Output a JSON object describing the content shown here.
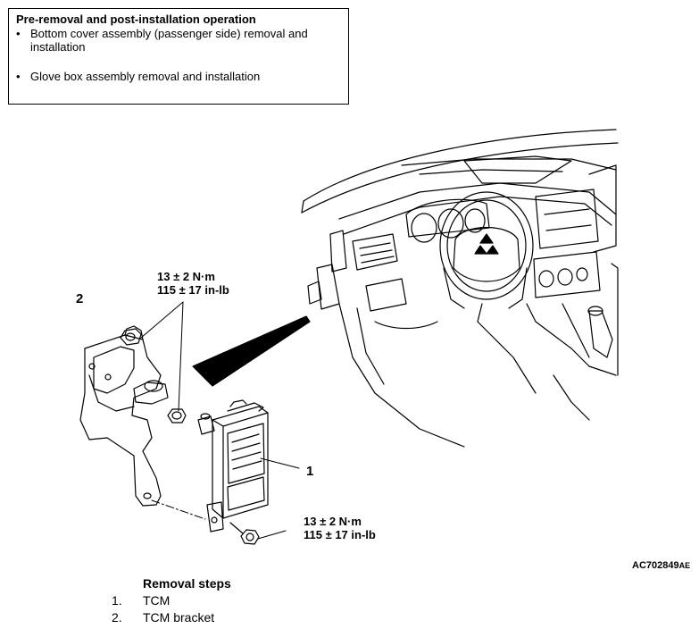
{
  "prereq": {
    "title": "Pre-removal and post-installation operation",
    "items": [
      "Bottom cover assembly (passenger side) removal and installation",
      "Glove box assembly removal and installation"
    ]
  },
  "torque_top": {
    "line1": "13 ± 2 N·m",
    "line2": "115 ± 17 in-lb"
  },
  "torque_bottom": {
    "line1": "13 ± 2 N·m",
    "line2": "115 ± 17 in-lb"
  },
  "callouts": {
    "one": "1",
    "two": "2"
  },
  "figure_code": {
    "main": "AC702849",
    "suffix": "AE"
  },
  "steps": {
    "heading": "Removal steps",
    "items": [
      {
        "num": "1.",
        "label": "TCM"
      },
      {
        "num": "2.",
        "label": "TCM bracket"
      }
    ]
  }
}
